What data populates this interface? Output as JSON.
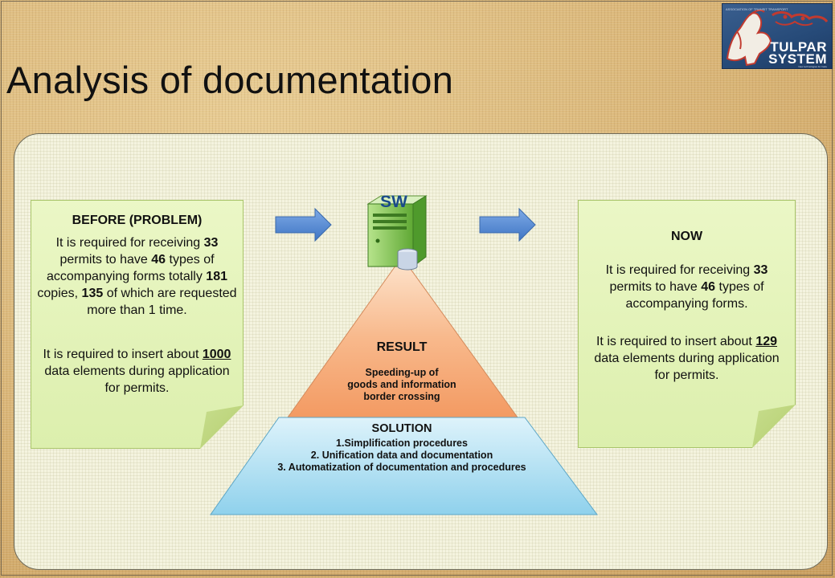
{
  "slide": {
    "title": "Analysis of documentation",
    "logo": {
      "brand_line1": "TULPAR",
      "brand_line2": "SYSTEM",
      "small_text": "ASSOCIATION OF TRANSIT TRANSPORT",
      "tagline": "New technologies for trade"
    }
  },
  "before": {
    "heading": "BEFORE (PROBLEM)",
    "p1": {
      "t1": "It is required for receiving ",
      "n1": "33",
      "t2": " permits to have ",
      "n2": "46",
      "t3": " types of accompanying forms totally ",
      "n3": "181",
      "t4": " copies, ",
      "n4": "135",
      "t5": " of which are requested more than 1 time."
    },
    "p2": {
      "t1": "It is required to insert about ",
      "n1": "1000",
      "t2": " data elements during application for permits."
    }
  },
  "now": {
    "heading": "NOW",
    "p1": {
      "t1": "It is required for receiving ",
      "n1": "33",
      "t2": " permits to have ",
      "n2": "46",
      "t3": " types of accompanying forms."
    },
    "p2": {
      "t1": "It is required to insert about ",
      "n1": "129",
      "t2": " data elements during application for permits."
    }
  },
  "server": {
    "label": "SW"
  },
  "result": {
    "heading": "RESULT",
    "line1": "Speeding-up of",
    "line2": "goods and information",
    "line3": "border crossing"
  },
  "solution": {
    "heading": "SOLUTION",
    "items": [
      "1.Simplification procedures",
      "2. Unification data and documentation",
      "3. Automatization of documentation and procedures"
    ]
  },
  "colors": {
    "note_fill": "#e3f3b8",
    "arrow_fill": "#5b8fd6",
    "result_fill": "#f4a97b",
    "solution_fill": "#9ed8ee",
    "server_fill": "#8ccf5a"
  }
}
